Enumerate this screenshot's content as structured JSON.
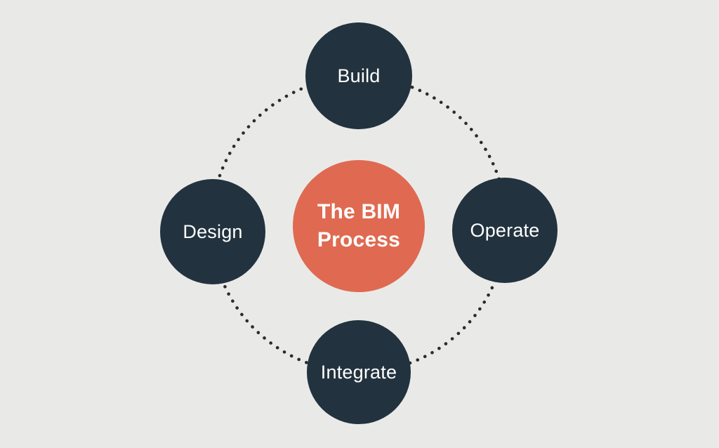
{
  "diagram": {
    "title": "The BIM Process",
    "center": {
      "line1": "The BIM",
      "line2": "Process"
    },
    "nodes": [
      {
        "id": "build",
        "label": "Build",
        "position": "top"
      },
      {
        "id": "operate",
        "label": "Operate",
        "position": "right"
      },
      {
        "id": "integrate",
        "label": "Integrate",
        "position": "bottom"
      },
      {
        "id": "design",
        "label": "Design",
        "position": "left"
      }
    ]
  },
  "colors": {
    "background": "#e9eae8",
    "node": "#22323e",
    "center": "#df6a51",
    "dots": "#2b2b2b",
    "text": "#ffffff"
  }
}
